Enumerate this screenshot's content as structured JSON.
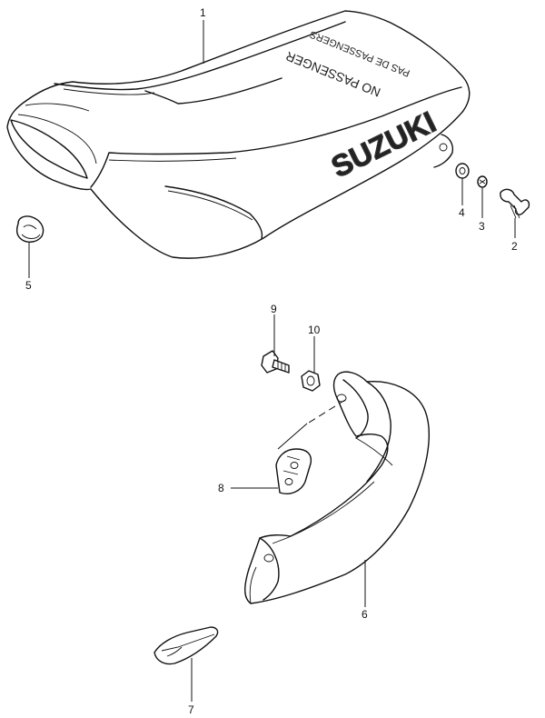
{
  "seat_text": {
    "brand": "SUZUKI",
    "line1": "NO PASSENGER",
    "line2": "PAS DE PASSENGERS"
  },
  "callouts": [
    {
      "id": "1",
      "label": "1"
    },
    {
      "id": "2",
      "label": "2"
    },
    {
      "id": "3",
      "label": "3"
    },
    {
      "id": "4",
      "label": "4"
    },
    {
      "id": "5",
      "label": "5"
    },
    {
      "id": "6",
      "label": "6"
    },
    {
      "id": "7",
      "label": "7"
    },
    {
      "id": "8",
      "label": "8"
    },
    {
      "id": "9",
      "label": "9"
    },
    {
      "id": "10",
      "label": "10"
    }
  ]
}
